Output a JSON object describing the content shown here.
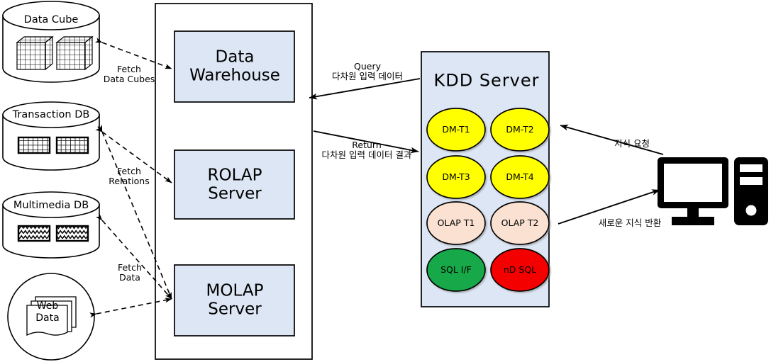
{
  "diagram": {
    "title": "KDD Server / OLAP Data Architecture",
    "colors": {
      "blue_fill": "#dce6f4",
      "panel_fill": "#dce6f4",
      "stroke": "#000000",
      "yellow": "#ffff00",
      "peach": "#fae1d2",
      "green": "#14a84a",
      "red": "#f40000",
      "background": "#ffffff"
    }
  },
  "sources": [
    {
      "id": "data-cube",
      "label": "Data Cube",
      "shape": "cylinder",
      "icon": "cube-icon"
    },
    {
      "id": "transaction-db",
      "label": "Transaction DB",
      "shape": "cylinder",
      "icon": "table-grid-icon"
    },
    {
      "id": "multimedia-db",
      "label": "Multimedia DB",
      "shape": "cylinder",
      "icon": "waveform-icon"
    },
    {
      "id": "web-data",
      "label": "Web\nData",
      "shape": "circle",
      "icon": "documents-icon",
      "label_line1": "Web",
      "label_line2": "Data"
    }
  ],
  "server_container": {
    "name": "olap-server-container",
    "boxes": [
      {
        "id": "data-warehouse",
        "line1": "Data",
        "line2": "Warehouse"
      },
      {
        "id": "rolap-server",
        "line1": "ROLAP",
        "line2": "Server"
      },
      {
        "id": "molap-server",
        "line1": "MOLAP",
        "line2": "Server"
      }
    ]
  },
  "kdd_panel": {
    "title": "KDD Server",
    "nodes": [
      {
        "id": "dm-t1",
        "label": "DM-T1",
        "color": "#ffff00",
        "row": 0,
        "col": 0
      },
      {
        "id": "dm-t2",
        "label": "DM-T2",
        "color": "#ffff00",
        "row": 0,
        "col": 1
      },
      {
        "id": "dm-t3",
        "label": "DM-T3",
        "color": "#ffff00",
        "row": 1,
        "col": 0
      },
      {
        "id": "dm-t4",
        "label": "DM-T4",
        "color": "#ffff00",
        "row": 1,
        "col": 1
      },
      {
        "id": "olap-t1",
        "label": "OLAP T1",
        "color": "#fae1d2",
        "row": 2,
        "col": 0
      },
      {
        "id": "olap-t2",
        "label": "OLAP T2",
        "color": "#fae1d2",
        "row": 2,
        "col": 1
      },
      {
        "id": "sql-if",
        "label": "SQL I/F",
        "color": "#14a84a",
        "row": 3,
        "col": 0
      },
      {
        "id": "nd-sql",
        "label": "nD SQL",
        "color": "#f40000",
        "row": 3,
        "col": 1
      }
    ]
  },
  "client": {
    "id": "client-computer",
    "icon": "desktop-computer-icon"
  },
  "edges": [
    {
      "id": "fetch-data-cubes",
      "line1": "Fetch",
      "line2": "Data Cubes",
      "style": "dashed"
    },
    {
      "id": "fetch-relations",
      "line1": "Fetch",
      "line2": "Relations",
      "style": "dashed"
    },
    {
      "id": "fetch-data",
      "line1": "Fetch",
      "line2": "Data",
      "style": "dashed"
    },
    {
      "id": "query-edge",
      "line1": "Query",
      "line2": "다차원 입력 데이터",
      "style": "solid"
    },
    {
      "id": "return-edge",
      "line1": "Return",
      "line2": "다차원 입력 데이터 결과",
      "style": "solid"
    },
    {
      "id": "knowledge-request-edge",
      "line1": "지식 요청",
      "line2": "",
      "style": "solid"
    },
    {
      "id": "knowledge-return-edge",
      "line1": "새로운 지식 반환",
      "line2": "",
      "style": "solid"
    }
  ]
}
